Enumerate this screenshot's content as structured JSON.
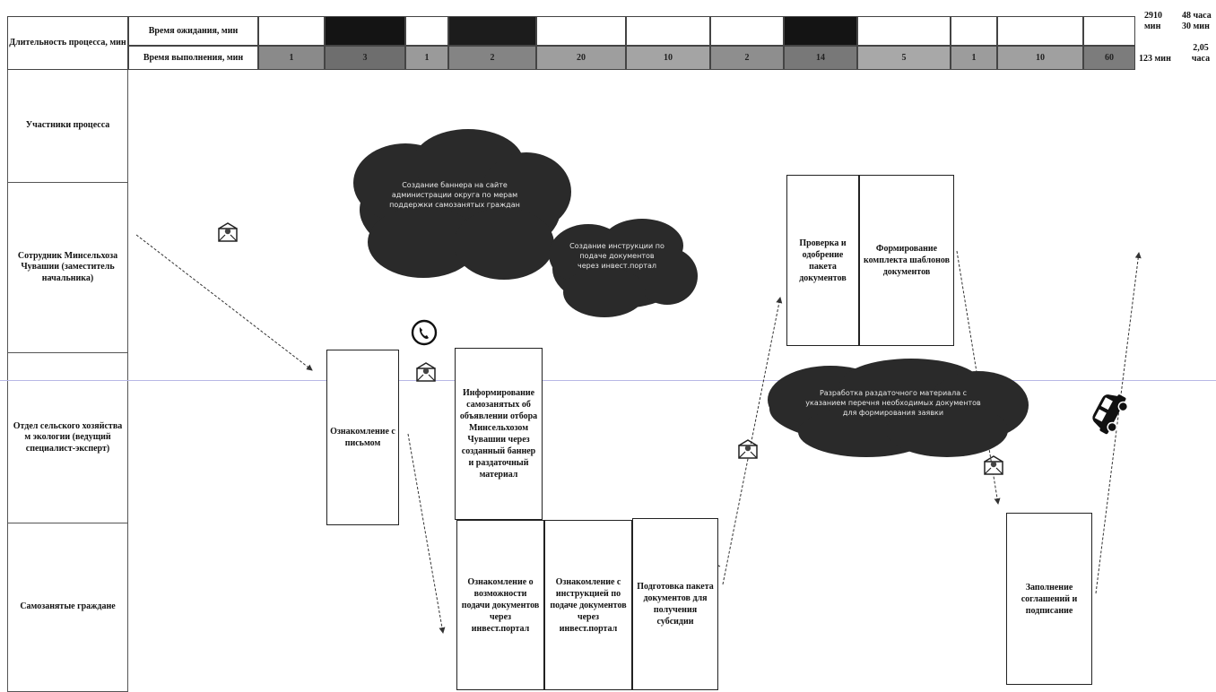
{
  "header": {
    "duration_label": "Длительность процесса, мин",
    "wait_label": "Время ожидания, мин",
    "exec_label": "Время выполнения, мин",
    "wait_cells": [
      "",
      "",
      "",
      "",
      "",
      "",
      "",
      "",
      "",
      "",
      "",
      ""
    ],
    "exec_cells": [
      "1",
      "3",
      "1",
      "2",
      "20",
      "10",
      "2",
      "14",
      "5",
      "1",
      "10",
      "60"
    ],
    "totals": {
      "wait_min": "2910 мин",
      "wait_hours": "48 часа 30 мин",
      "exec_min": "123 мин",
      "exec_hours": "2,05 часа"
    }
  },
  "lanes": [
    "Участники процесса",
    "Сотрудник Минсельхоза Чувашии (заместитель начальника)",
    "Отдел сельского хозяйства м экологии (ведущий специалист-эксперт)",
    "Самозанятые граждане"
  ],
  "boxes": {
    "letter": "Ознакомление с письмом",
    "informing": "Информирование самозанятых об объявлении отбора Минсельхозом Чувашии через созданный баннер и раздаточный материал",
    "learn_possibility": "Ознакомление о возможности подачи документов через инвест.портал",
    "learn_instruction": "Ознакомление с инструкцией по подаче документов через инвест.портал",
    "prepare_package": "Подготовка пакета документов для получения субсидии",
    "check_approve": "Проверка и одобрение пакета документов",
    "form_templates": "Формирование комплекта шаблонов документов",
    "fill_sign": "Заполнение соглашений и подписание"
  },
  "clouds": {
    "banner": "Создание баннера на сайте администрации округа по мерам поддержки самозанятых граждан",
    "instruction": "Создание инструкции по подаче документов через инвест.портал",
    "handout": "Разработка раздаточного материала с указанием перечня необходимых документов для формирования заявки"
  },
  "icons": [
    "email-icon",
    "phone-icon",
    "car-icon"
  ],
  "colors": {
    "cloud": "#2a2a2a",
    "dark_cell": "#1a1a1a",
    "guide_line": "#b8b8e6"
  }
}
